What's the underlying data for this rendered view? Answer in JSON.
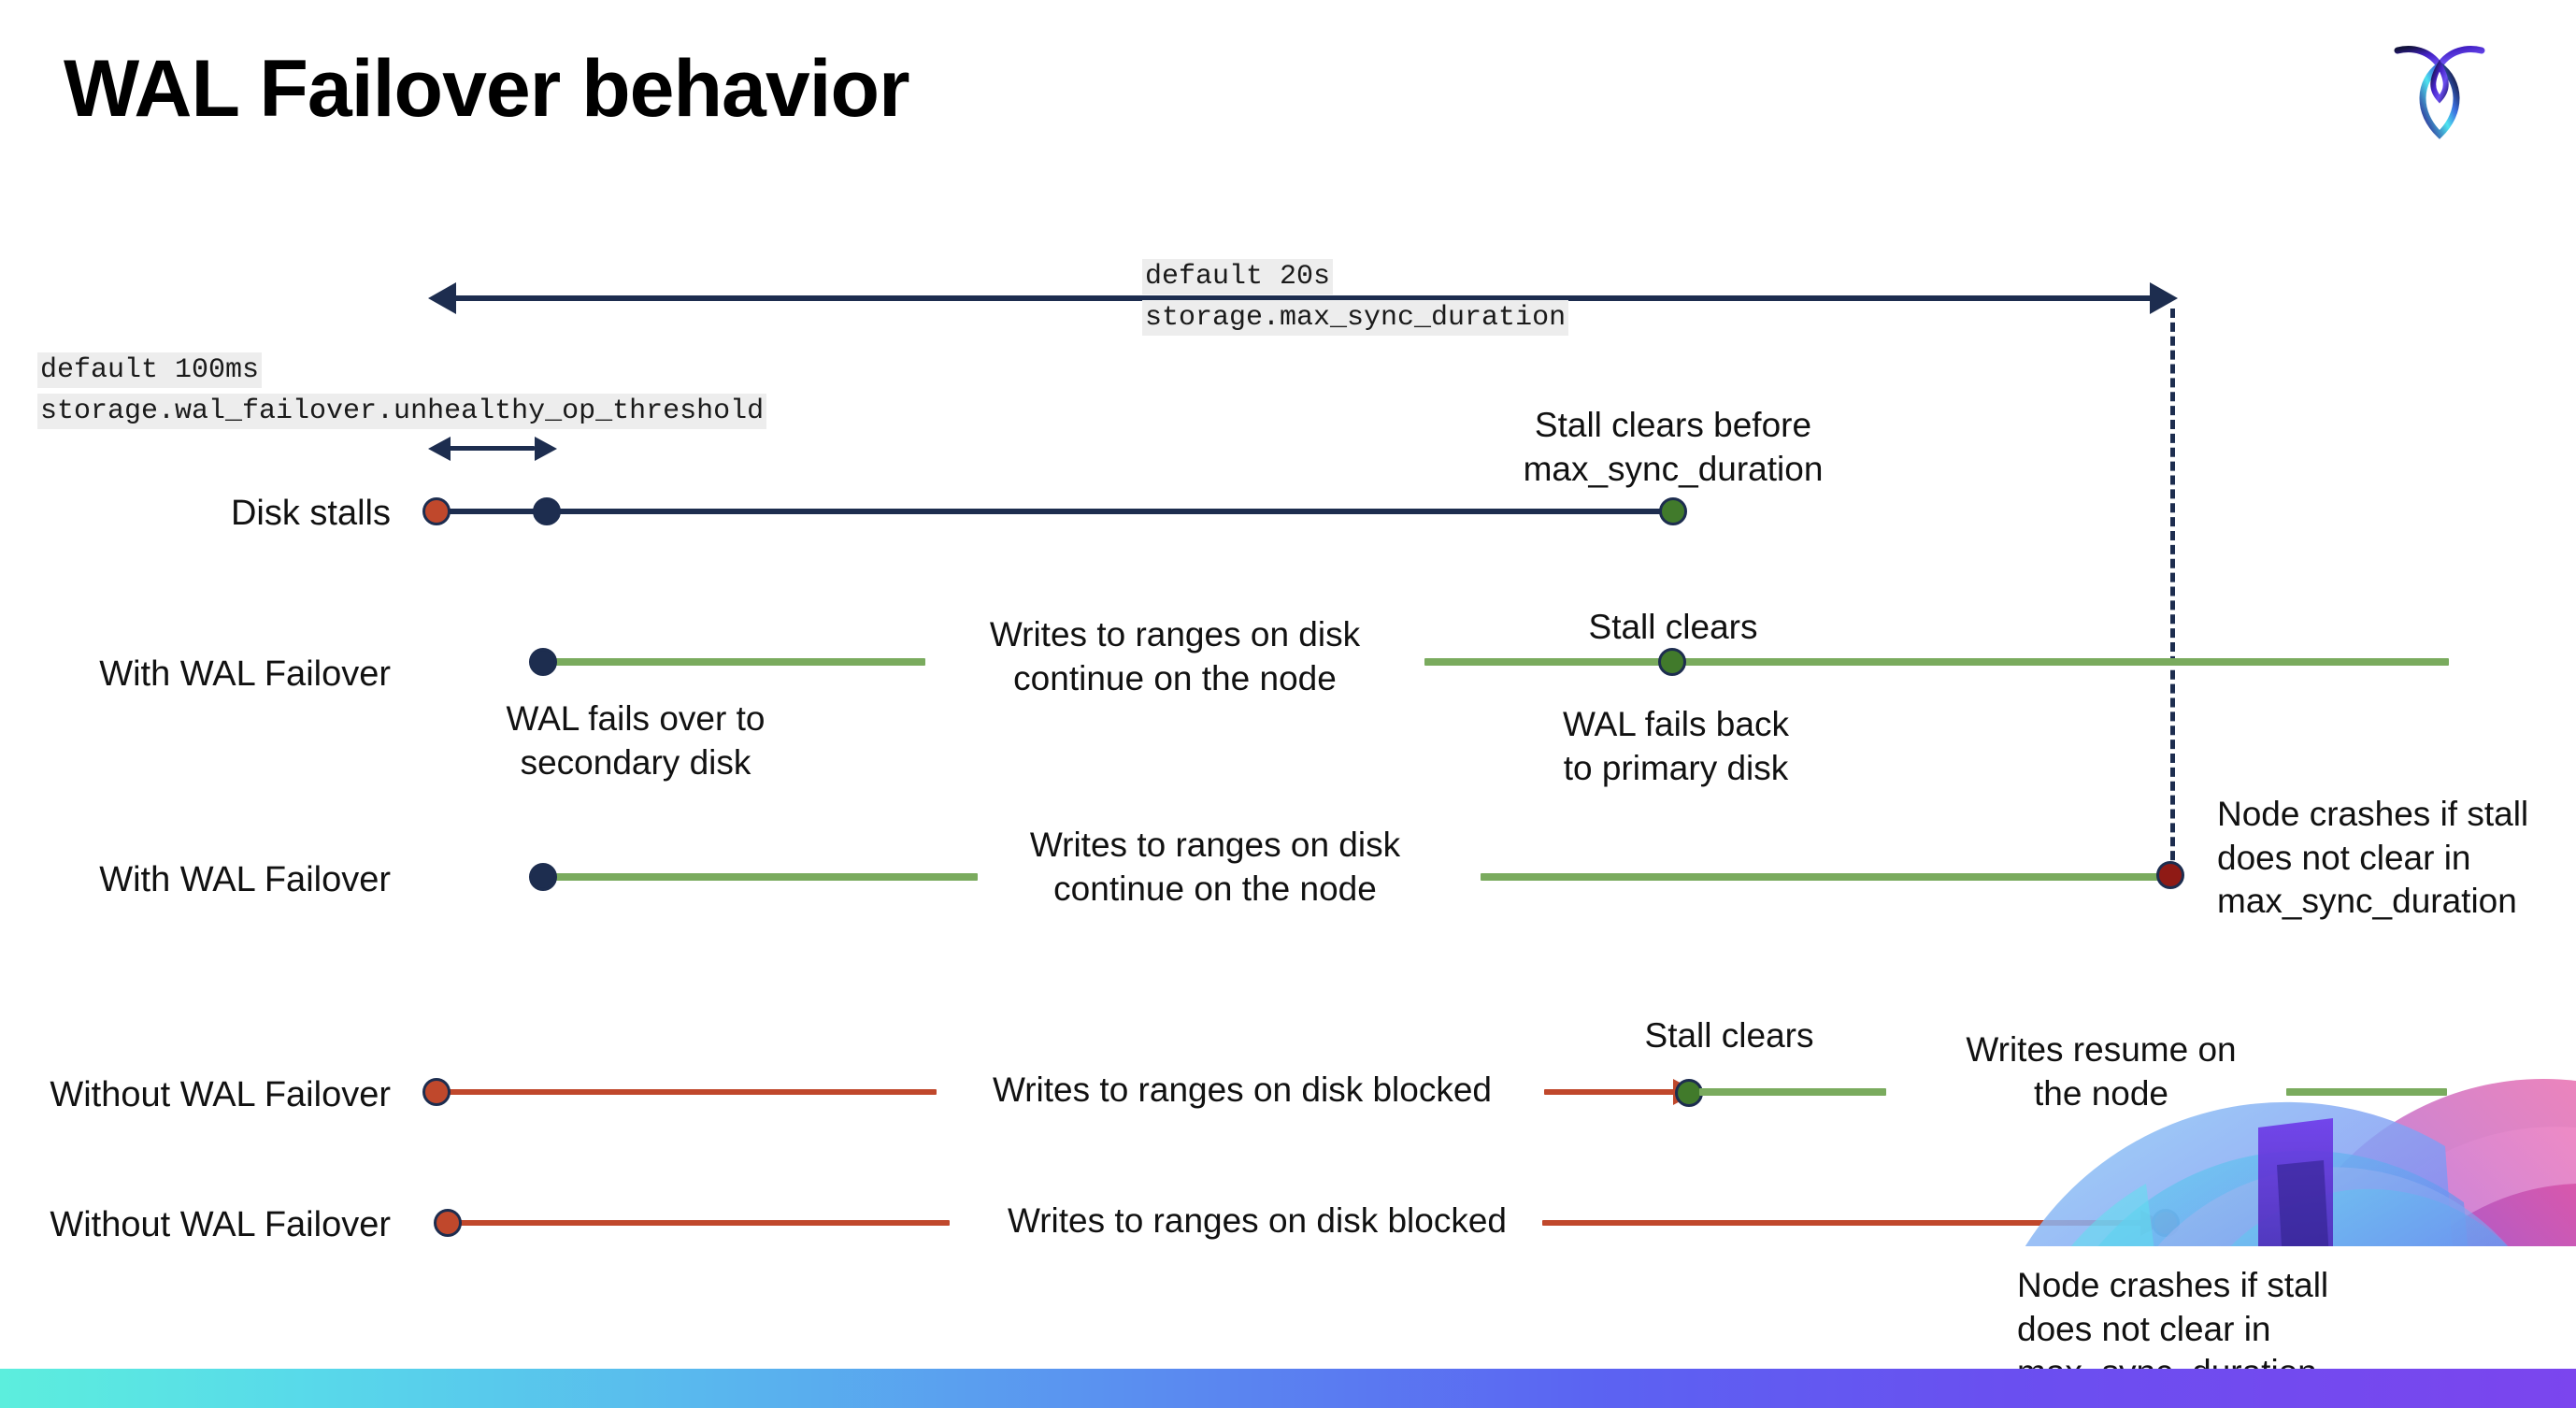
{
  "slide": {
    "title": "WAL Failover behavior",
    "logo_name": "cockroachdb-logo"
  },
  "settings": {
    "max_sync": {
      "default_label": "default 20s",
      "setting_name": "storage.max_sync_duration"
    },
    "unhealthy_op": {
      "default_label": "default 100ms",
      "setting_name": "storage.wal_failover.unhealthy_op_threshold"
    }
  },
  "rows": [
    {
      "label": "Disk stalls",
      "notes": [
        "Stall clears before\nmax_sync_duration"
      ]
    },
    {
      "label": "With WAL Failover",
      "notes": [
        "Writes to ranges on disk\ncontinue on the node",
        "Stall clears",
        "WAL fails over to\nsecondary disk",
        "WAL fails  back\nto primary disk"
      ]
    },
    {
      "label": "With WAL Failover",
      "notes": [
        "Writes to ranges on disk\ncontinue on the node",
        "Node crashes if stall\ndoes not clear in\nmax_sync_duration"
      ]
    },
    {
      "label": "Without WAL Failover",
      "notes": [
        "Writes to ranges on disk  blocked",
        "Stall clears",
        "Writes resume on\nthe node"
      ]
    },
    {
      "label": "Without WAL Failover",
      "notes": [
        "Writes to ranges on disk  blocked",
        "Node crashes if stall\ndoes not clear in\nmax_sync_duration"
      ]
    }
  ],
  "colors": {
    "navy": "#1d2d4f",
    "green_line": "#7aab5e",
    "green_dot": "#417a2b",
    "orange": "#c0482c",
    "dark_red": "#8f1a15",
    "code_bg": "#ededed"
  }
}
